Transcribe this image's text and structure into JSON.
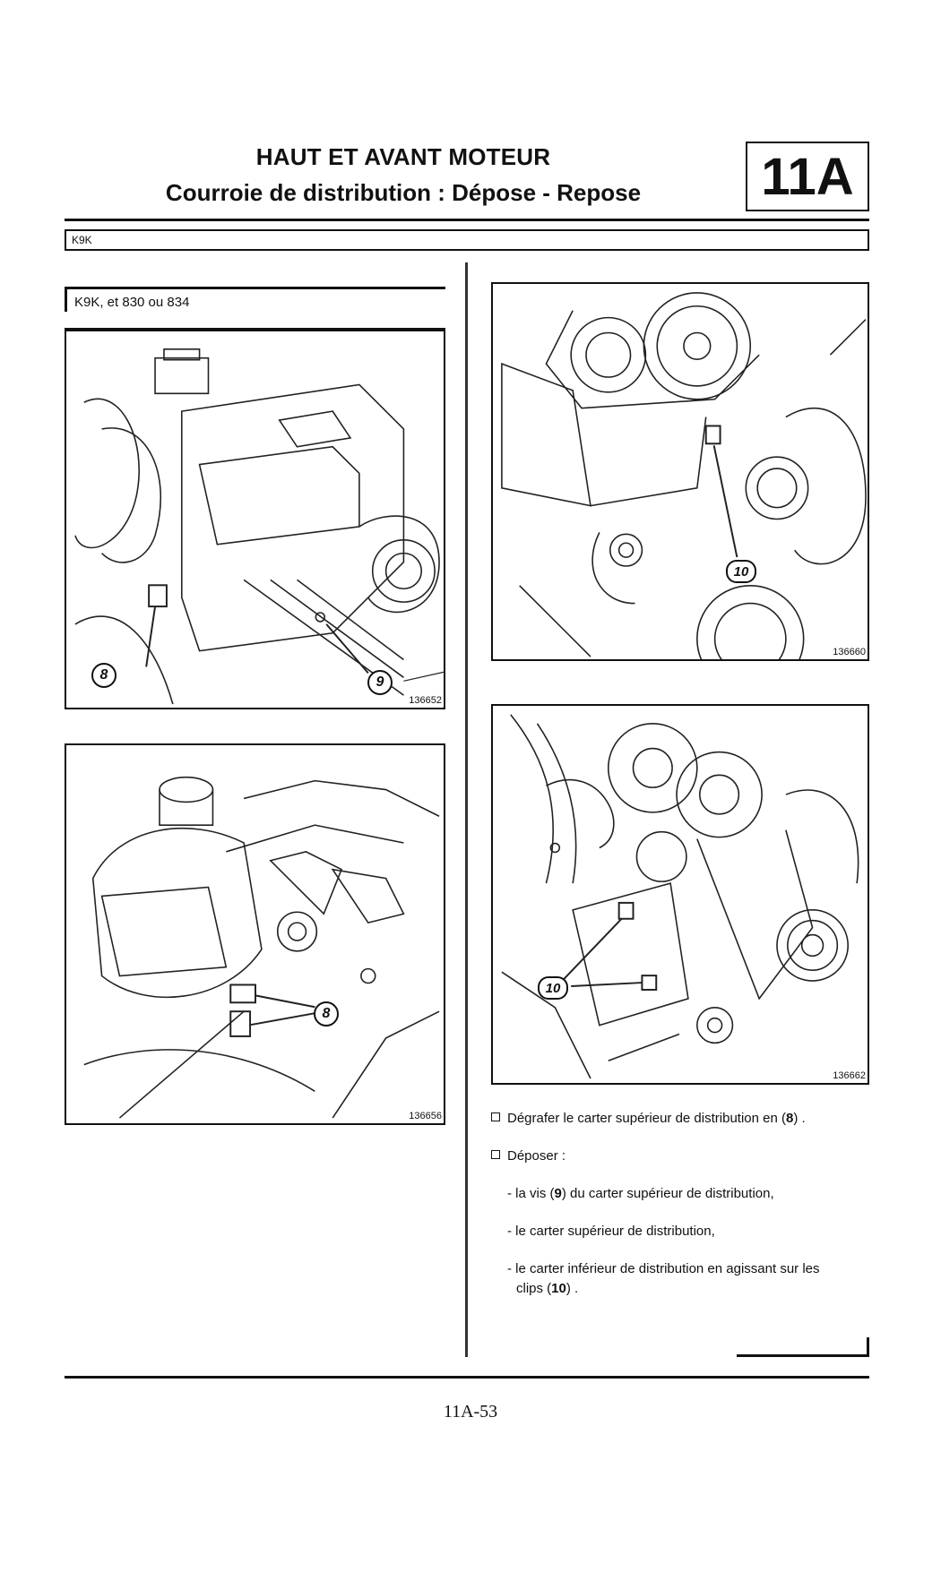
{
  "header": {
    "title": "HAUT ET AVANT MOTEUR",
    "subtitle": "Courroie de distribution : Dépose - Repose",
    "section_code": "11A"
  },
  "engine_bar": "K9K",
  "condition_label": "K9K, et 830 ou 834",
  "figures": [
    {
      "id": "fig1",
      "ref": "136652",
      "labels": [
        "8",
        "9"
      ]
    },
    {
      "id": "fig2",
      "ref": "136656",
      "labels": [
        "8"
      ]
    },
    {
      "id": "fig3",
      "ref": "136660",
      "labels": [
        "10"
      ]
    },
    {
      "id": "fig4",
      "ref": "136662",
      "labels": [
        "10"
      ]
    }
  ],
  "instructions": {
    "step1_prefix": "Dégrafer le carter supérieur de distribution en (",
    "step1_ref": "8",
    "step1_suffix": ") .",
    "step2": "Déposer :",
    "sub1_prefix": "- la vis (",
    "sub1_ref": "9",
    "sub1_suffix": ") du carter supérieur de distribution,",
    "sub2": "- le carter supérieur de distribution,",
    "sub3_line1": "- le carter inférieur de distribution en agissant sur les",
    "sub3_line2_prefix": "clips (",
    "sub3_ref": "10",
    "sub3_line2_suffix": ") ."
  },
  "page_number": "11A-53"
}
